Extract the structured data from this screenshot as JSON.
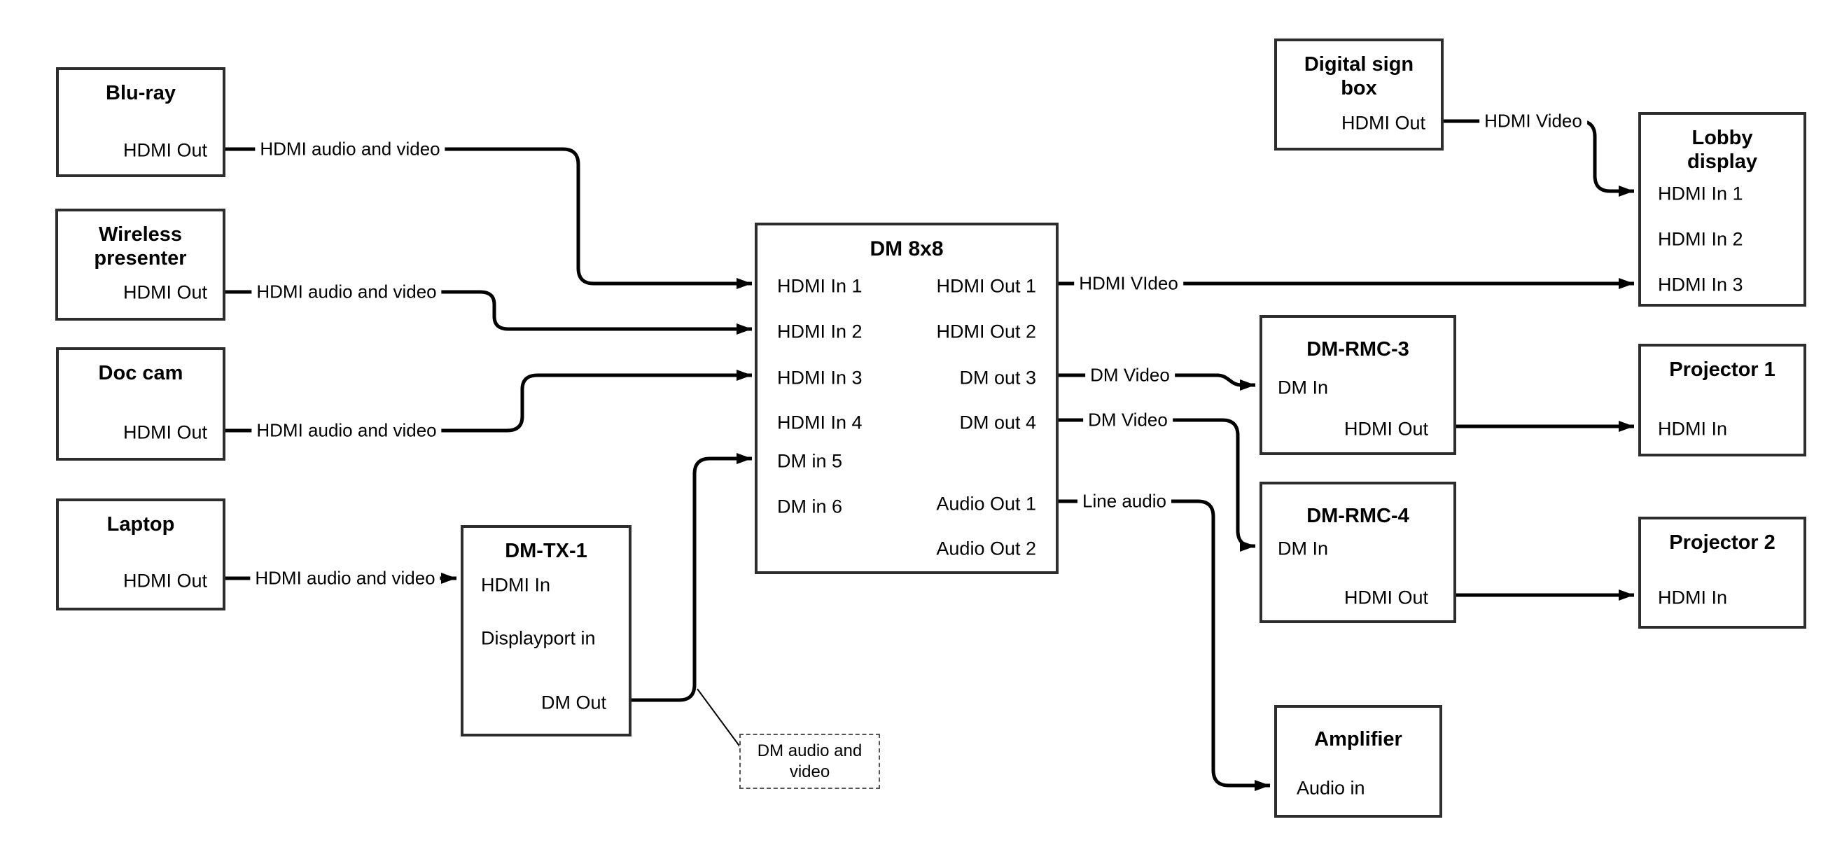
{
  "nodes": {
    "bluray": {
      "title": "Blu-ray",
      "ports": {
        "hdmi_out": "HDMI Out"
      }
    },
    "wireless": {
      "title": "Wireless presenter",
      "ports": {
        "hdmi_out": "HDMI Out"
      }
    },
    "doc_cam": {
      "title": "Doc cam",
      "ports": {
        "hdmi_out": "HDMI Out"
      }
    },
    "laptop": {
      "title": "Laptop",
      "ports": {
        "hdmi_out": "HDMI Out"
      }
    },
    "dm_tx_1": {
      "title": "DM-TX-1",
      "ports": {
        "hdmi_in": "HDMI In",
        "displayport_in": "Displayport in",
        "dm_out": "DM Out"
      }
    },
    "dm_8x8": {
      "title": "DM 8x8",
      "ports": {
        "hdmi_in_1": "HDMI In 1",
        "hdmi_in_2": "HDMI In 2",
        "hdmi_in_3": "HDMI In 3",
        "hdmi_in_4": "HDMI In 4",
        "dm_in_5": "DM in 5",
        "dm_in_6": "DM in 6",
        "hdmi_out_1": "HDMI Out 1",
        "hdmi_out_2": "HDMI Out 2",
        "dm_out_3": "DM out 3",
        "dm_out_4": "DM out 4",
        "audio_out_1": "Audio Out 1",
        "audio_out_2": "Audio Out 2"
      }
    },
    "digital_sign": {
      "title": "Digital sign box",
      "ports": {
        "hdmi_out": "HDMI Out"
      }
    },
    "lobby_display": {
      "title": "Lobby display",
      "ports": {
        "hdmi_in_1": "HDMI In 1",
        "hdmi_in_2": "HDMI In 2",
        "hdmi_in_3": "HDMI In 3"
      }
    },
    "dm_rmc_3": {
      "title": "DM-RMC-3",
      "ports": {
        "dm_in": "DM In",
        "hdmi_out": "HDMI Out"
      }
    },
    "projector_1": {
      "title": "Projector 1",
      "ports": {
        "hdmi_in": "HDMI In"
      }
    },
    "dm_rmc_4": {
      "title": "DM-RMC-4",
      "ports": {
        "dm_in": "DM In",
        "hdmi_out": "HDMI Out"
      }
    },
    "projector_2": {
      "title": "Projector 2",
      "ports": {
        "hdmi_in": "HDMI In"
      }
    },
    "amplifier": {
      "title": "Amplifier",
      "ports": {
        "audio_in": "Audio in"
      }
    }
  },
  "labels": {
    "bluray_line": "HDMI audio and video",
    "wireless_line": "HDMI audio and video",
    "doccam_line": "HDMI audio and video",
    "laptop_line": "HDMI audio and video",
    "hdmi_out_1_line": "HDMI VIdeo",
    "digital_sign_line": "HDMI Video",
    "dm_out_3_line": "DM Video",
    "dm_out_4_line": "DM Video",
    "audio_out_1_line": "Line audio",
    "dm_note": "DM audio and video"
  },
  "style": {
    "line_color": "#000000",
    "box_border_color": "#2d2d2d",
    "background": "#ffffff"
  }
}
